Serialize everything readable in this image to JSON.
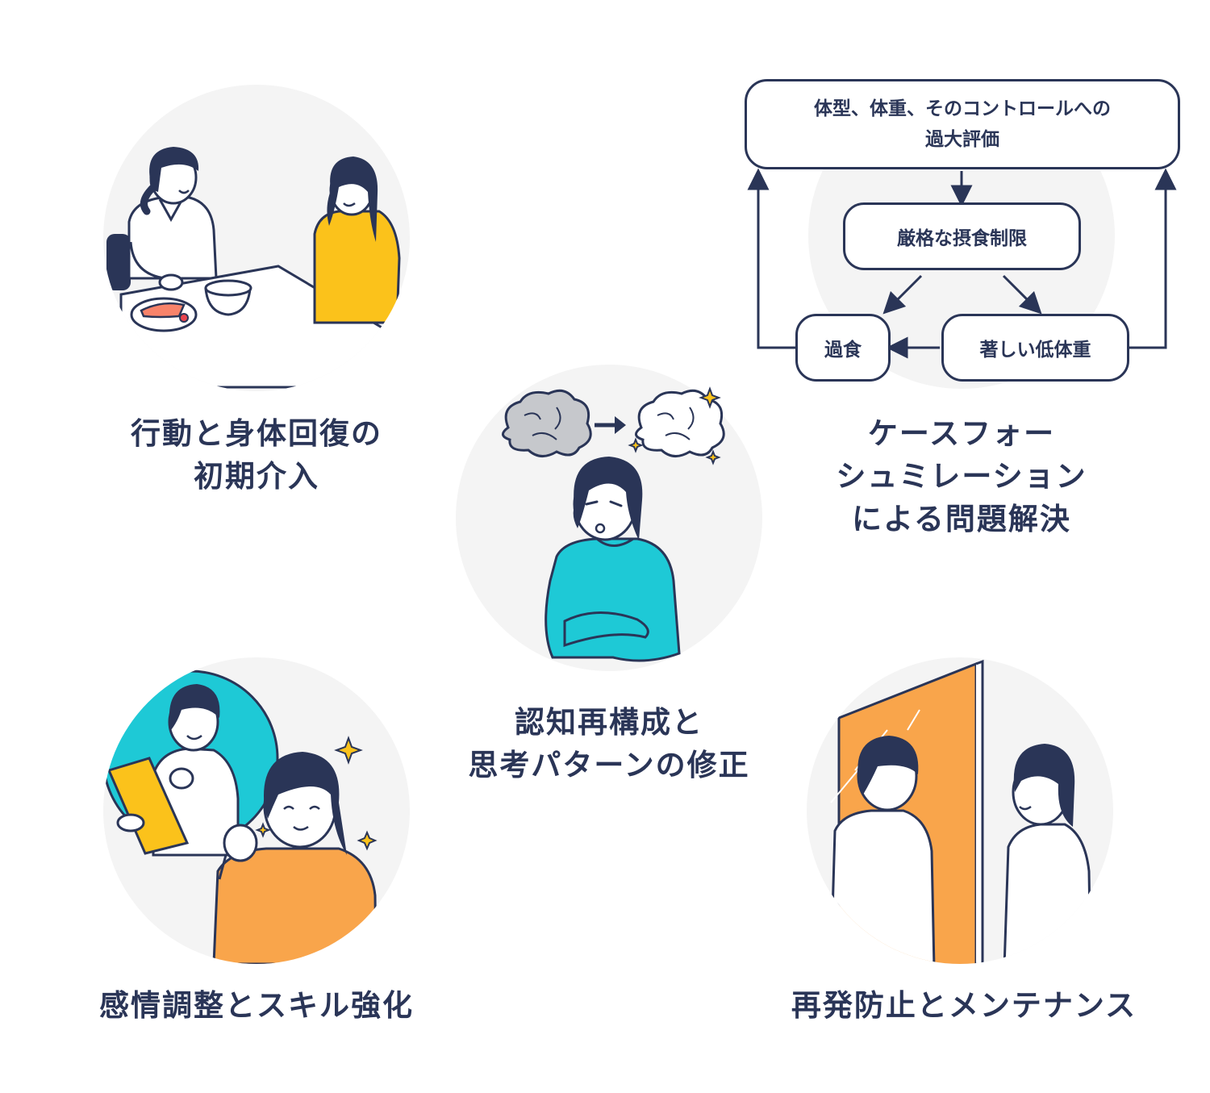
{
  "captions": {
    "behavior": [
      "行動と身体回復の",
      "初期介入"
    ],
    "case": [
      "ケースフォー",
      "シュミレーション",
      "による問題解決"
    ],
    "cognitive": [
      "認知再構成と",
      "思考パターンの修正"
    ],
    "emotion": [
      "感情調整とスキル強化"
    ],
    "relapse": [
      "再発防止とメンテナンス"
    ]
  },
  "flow": {
    "top": [
      "体型、体重、そのコントロールへの",
      "過大評価"
    ],
    "diet": "厳格な摂食制限",
    "binge": "過食",
    "weight": "著しい低体重"
  },
  "colors": {
    "navy": "#2a3557",
    "circle_bg": "#f4f4f4",
    "yellow": "#fbc21b",
    "teal": "#1ec9d6",
    "orange": "#f9a54b"
  },
  "icons": [
    "woman-eating-icon",
    "counselor-icon",
    "brain-gray-icon",
    "brain-white-icon",
    "arrow-right-icon",
    "sparkle-icon",
    "thinking-woman-icon",
    "tablet-counselor-icon",
    "cheerful-woman-icon",
    "mirror-icon"
  ]
}
